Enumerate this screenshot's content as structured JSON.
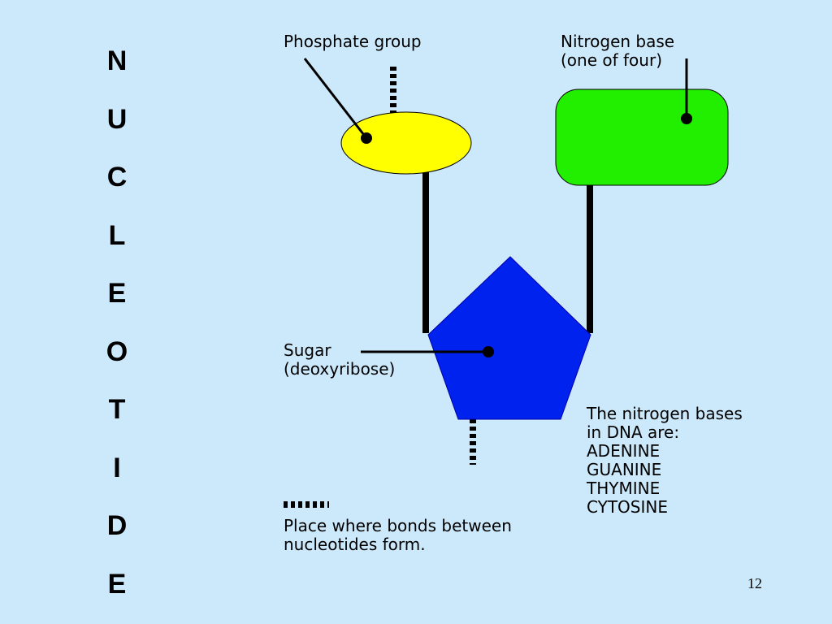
{
  "title_letters": [
    "N",
    "U",
    "C",
    "L",
    "E",
    "O",
    "T",
    "I",
    "D",
    "E"
  ],
  "labels": {
    "phosphate": "Phosphate group",
    "nitrogen_line1": "Nitrogen base",
    "nitrogen_line2": "(one of four)",
    "sugar_line1": "Sugar",
    "sugar_line2": "(deoxyribose)",
    "bonds_line1": "Place where bonds between",
    "bonds_line2": "nucleotides form."
  },
  "bases_info": {
    "line1": "The nitrogen bases",
    "line2": "in DNA are:",
    "bases": [
      "ADENINE",
      "GUANINE",
      "THYMINE",
      "CYTOSINE"
    ]
  },
  "page_number": "12",
  "colors": {
    "background": "#cce9fb",
    "phosphate": "#ffff00",
    "nitrogen_base": "#22ee00",
    "sugar": "#0022ee"
  }
}
